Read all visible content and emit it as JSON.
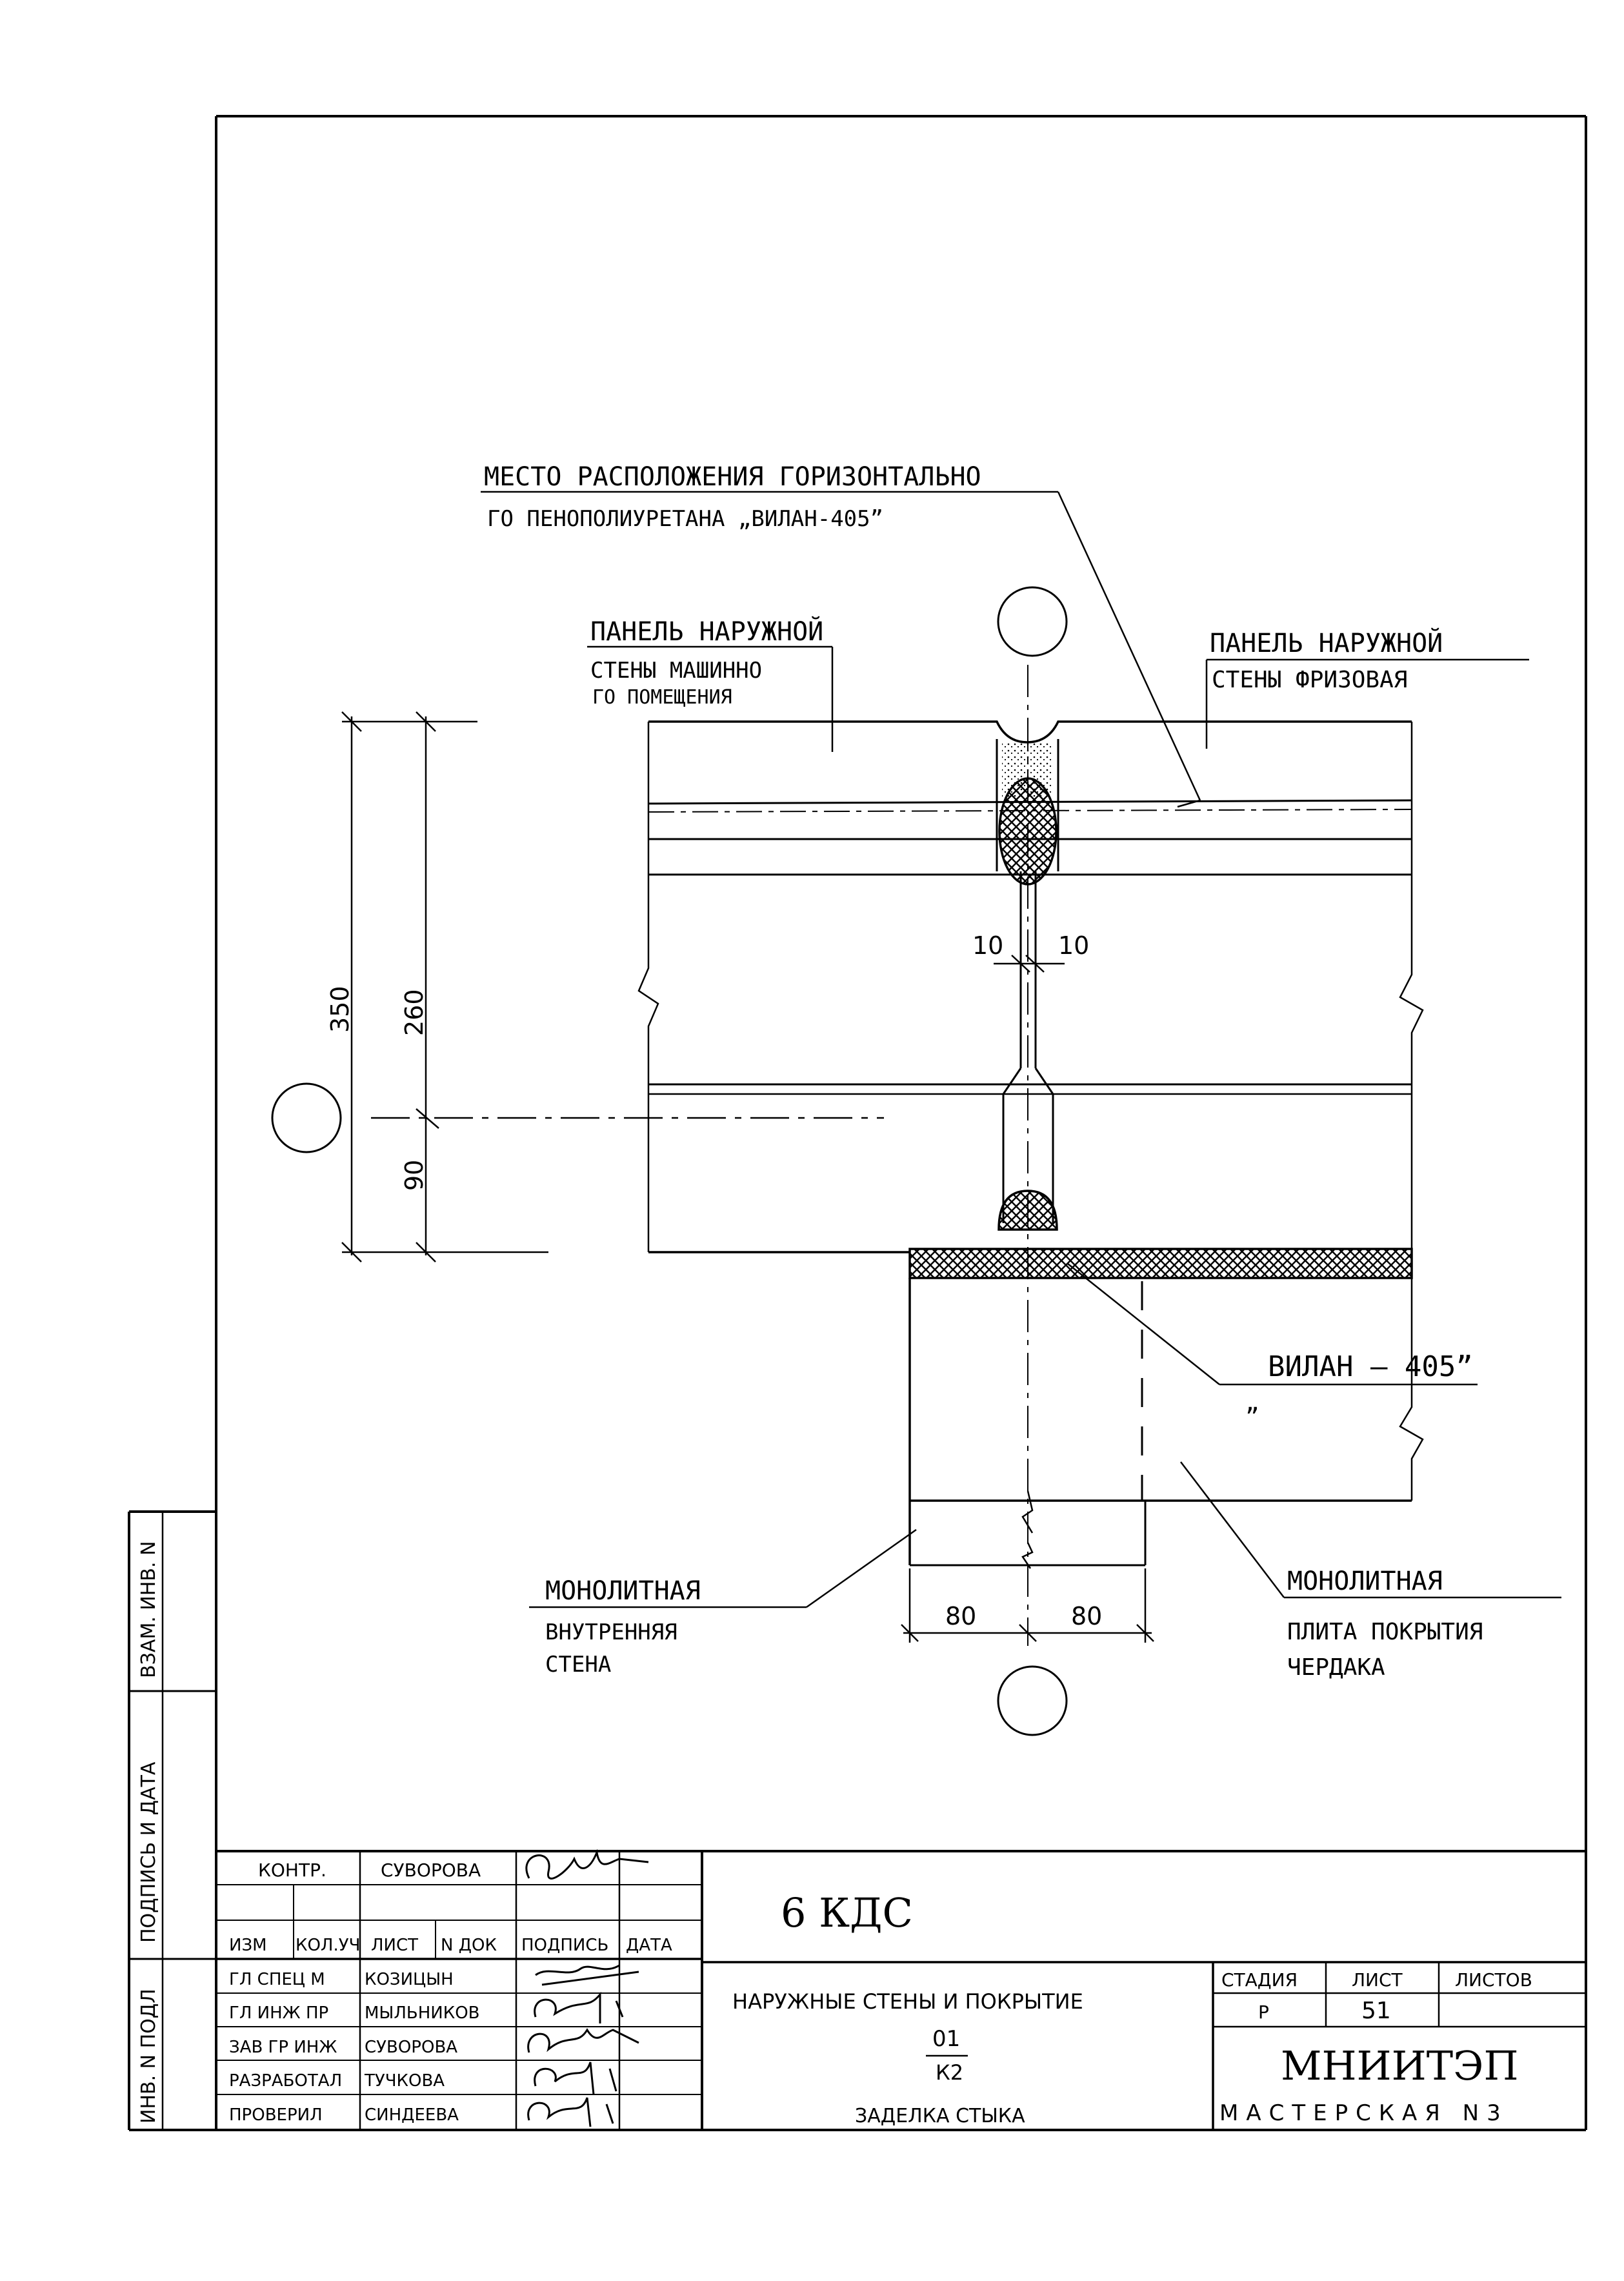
{
  "labels": {
    "foam_line1": "МЕСТО РАСПОЛОЖЕНИЯ ГОРИЗОНТАЛЬНО",
    "foam_line2": "ГО ПЕНОПОЛИУРЕТАНА „ВИЛАН-405”",
    "panel_left1": "ПАНЕЛЬ НАРУЖНОЙ",
    "panel_left2": "СТЕНЫ МАШИННО",
    "panel_left3": "ГО ПОМЕЩЕНИЯ",
    "panel_right1": "ПАНЕЛЬ НАРУЖНОЙ",
    "panel_right2": "СТЕНЫ ФРИЗОВАЯ",
    "vilan": "ВИЛАН – 405”",
    "vilan_quote": "„",
    "mono_wall1": "МОНОЛИТНАЯ",
    "mono_wall2": "ВНУТРЕННЯЯ",
    "mono_wall3": "СТЕНА",
    "mono_slab1": "МОНОЛИТНАЯ",
    "mono_slab2": "ПЛИТА ПОКРЫТИЯ",
    "mono_slab3": "ЧЕРДАКА"
  },
  "dimensions": {
    "d350": "350",
    "d260": "260",
    "d90": "90",
    "d10_left": "10",
    "d10_right": "10",
    "d80_left": "80",
    "d80_right": "80"
  },
  "side_stamp": {
    "vzam": "ВЗАМ. ИНВ. N",
    "podpis": "ПОДПИСЬ И ДАТА",
    "inv": "ИНВ. N ПОДЛ"
  },
  "title_block": {
    "sheet_code": "6 КДС",
    "rows_top": [
      {
        "role": "КОНТР.",
        "name": "СУВОРОВА"
      }
    ],
    "header": {
      "izm": "ИЗМ",
      "kol": "КОЛ.УЧ",
      "list": "ЛИСТ",
      "ndok": "N ДОК",
      "podpis": "ПОДПИСЬ",
      "data": "ДАТА"
    },
    "rows": [
      {
        "role": "ГЛ СПЕЦ М",
        "name": "КОЗИЦЫН"
      },
      {
        "role": "ГЛ ИНЖ ПР",
        "name": "МЫЛЬНИКОВ"
      },
      {
        "role": "ЗАВ ГР ИНЖ",
        "name": "СУВОРОВА"
      },
      {
        "role": "РАЗРАБОТАЛ",
        "name": "ТУЧКОВА"
      },
      {
        "role": "ПРОВЕРИЛ",
        "name": "СИНДЕЕВА"
      }
    ],
    "title": "НАРУЖНЫЕ СТЕНЫ И ПОКРЫТИЕ",
    "num_top": "01",
    "num_bottom": "К2",
    "subtitle": "ЗАДЕЛКА СТЫКА",
    "stage_label": "СТАДИЯ",
    "sheet_label": "ЛИСТ",
    "sheets_label": "ЛИСТОВ",
    "stage": "Р",
    "sheet": "51",
    "sheets": "",
    "org": "МНИИТЭП",
    "org_sub": "МАСТЕРСКАЯ N3"
  }
}
